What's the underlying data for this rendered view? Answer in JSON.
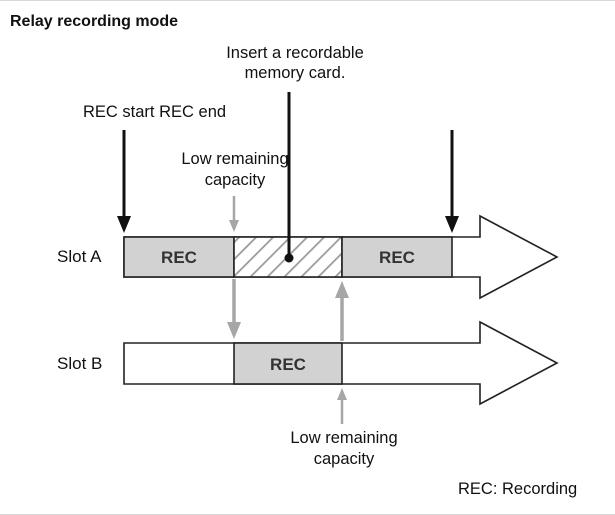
{
  "title": "Relay recording mode",
  "labels": {
    "insert_card_line1": "Insert a recordable",
    "insert_card_line2": "memory card.",
    "rec_start_end": "REC start REC end",
    "low_capacity_top_line1": "Low remaining",
    "low_capacity_top_line2": "capacity",
    "low_capacity_bottom_line1": "Low remaining",
    "low_capacity_bottom_line2": "capacity",
    "legend": "REC: Recording"
  },
  "slots": [
    {
      "name": "Slot A",
      "segments": [
        "REC",
        "",
        "REC"
      ]
    },
    {
      "name": "Slot B",
      "segments": [
        "",
        "REC",
        ""
      ]
    }
  ],
  "colors": {
    "rec_fill": "#d2d2d2",
    "outline": "#222222",
    "grey_arrow": "#a6a6a6",
    "black_arrow": "#111111",
    "hatch": "#9a9a9a"
  }
}
